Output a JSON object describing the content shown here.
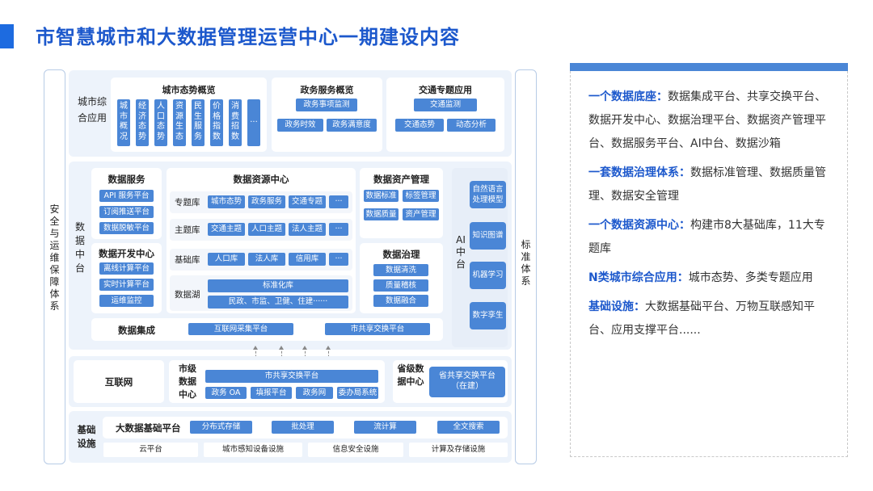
{
  "title": "市智慧城市和大数据管理运营中心一期建设内容",
  "left_side": "安全与运维保障体系",
  "right_side": "标准体系",
  "city_apps": {
    "label": "城市综合应用",
    "overview": {
      "title": "城市态势概览",
      "items": [
        "城市概况",
        "经济态势",
        "人口态势",
        "资源生态",
        "民生服务",
        "价格指数",
        "消费招数"
      ],
      "more": "..."
    },
    "gov": {
      "title": "政务服务概览",
      "items": [
        "政务事项监测",
        "政务时效",
        "政务满意度"
      ]
    },
    "traffic": {
      "title": "交通专题应用",
      "items": [
        "交通监测",
        "交通态势",
        "动态分析"
      ]
    }
  },
  "data_platform": {
    "label": "数据中台",
    "data_service": {
      "title": "数据服务",
      "items": [
        "API 服务平台",
        "订阅推送平台",
        "数据脱敏平台"
      ]
    },
    "data_dev": {
      "title": "数据开发中心",
      "items": [
        "离线计算平台",
        "实时计算平台",
        "运维监控"
      ]
    },
    "resource_center": {
      "title": "数据资源中心",
      "topic": {
        "label": "专题库",
        "items": [
          "城市态势",
          "政务服务",
          "交通专题",
          "···"
        ]
      },
      "subject": {
        "label": "主题库",
        "items": [
          "交通主题",
          "人口主题",
          "法人主题",
          "···"
        ]
      },
      "base": {
        "label": "基础库",
        "items": [
          "人口库",
          "法人库",
          "信用库",
          "···"
        ]
      },
      "lake": {
        "label": "数据湖",
        "items": [
          "标准化库",
          "民政、市监、卫健、住建······"
        ]
      }
    },
    "asset_mgmt": {
      "title": "数据资产管理",
      "items": [
        "数据标准",
        "标签管理",
        "数据质量",
        "资产管理"
      ]
    },
    "governance": {
      "title": "数据治理",
      "items": [
        "数据清洗",
        "质量稽核",
        "数据融合"
      ]
    },
    "integration": {
      "label": "数据集成",
      "items": [
        "互联网采集平台",
        "市共享交换平台"
      ]
    },
    "ai": {
      "label": "AI中台",
      "items": [
        "自然语言处理模型",
        "知识图谱",
        "机器学习",
        "数字孪生"
      ]
    }
  },
  "network": {
    "internet": "互联网",
    "city_center": {
      "label": "市级数据中心",
      "main": "市共享交换平台",
      "items": [
        "政务 OA",
        "填报平台",
        "政务网",
        "委办局系统"
      ]
    },
    "province_center": {
      "label": "省级数据中心",
      "main": "省共享交换平台（在建）"
    }
  },
  "infra": {
    "label": "基础设施",
    "bigdata": {
      "label": "大数据基础平台",
      "items": [
        "分布式存储",
        "批处理",
        "流计算",
        "全文搜索"
      ]
    },
    "bottom": [
      "云平台",
      "城市感知设备设施",
      "信息安全设施",
      "计算及存储设施"
    ]
  },
  "description": [
    {
      "key": "一个数据底座：",
      "text": "数据集成平台、共享交换平台、数据开发中心、数据治理平台、数据资产管理平台、数据服务平台、AI中台、数据沙箱"
    },
    {
      "key": "一套数据治理体系：",
      "text": "数据标准管理、数据质量管理、数据安全管理"
    },
    {
      "key": "一个数据资源中心：",
      "text": "构建市8大基础库，11大专题库"
    },
    {
      "key": "N类城市综合应用：",
      "text": "城市态势、多类专题应用"
    },
    {
      "key": "基础设施：",
      "text": "大数据基础平台、万物互联感知平台、应用支撑平台......"
    }
  ],
  "colors": {
    "accent": "#1c58cc",
    "block": "#4a86d6",
    "panel": "#edf3fb"
  }
}
